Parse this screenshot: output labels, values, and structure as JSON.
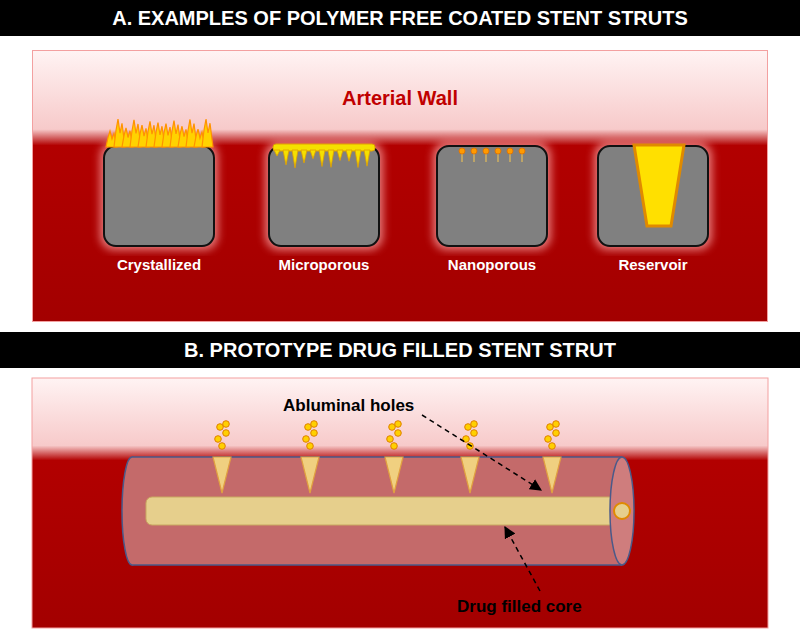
{
  "diagram": {
    "nodes": [
      {
        "text": [
          "A. EXAMPLES OF POLYMER FREE COATED STENT STRUTS"
        ]
      },
      {
        "text": [
          "Arterial Wall"
        ]
      },
      {
        "text": [
          "Crystallized"
        ],
        "in": 1
      },
      {
        "text": [
          "Microporous"
        ],
        "in": 1
      },
      {
        "text": [
          "Nanoporous"
        ],
        "in": 1
      },
      {
        "text": [
          "Reservoir"
        ],
        "in": 1
      },
      {
        "text": [
          "B. PROTOTYPE DRUG FILLED STENT STRUT"
        ]
      }
    ],
    "labels": [
      "Abluminal holes",
      "Drug filled core"
    ]
  }
}
